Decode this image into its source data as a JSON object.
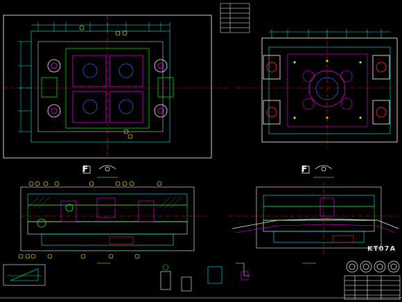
{
  "drawing": {
    "view_letter_left": "F",
    "view_letter_right": "F",
    "part_code": "KT07A"
  },
  "colors": {
    "background": "#000000",
    "frame": "#ffffff",
    "dimension": "#00ffff",
    "centerline": "#ff2020",
    "part_outline": "#00ff00",
    "hatch": "#ff00ff",
    "text": "#ffff00",
    "detail": "#3a6bff"
  }
}
